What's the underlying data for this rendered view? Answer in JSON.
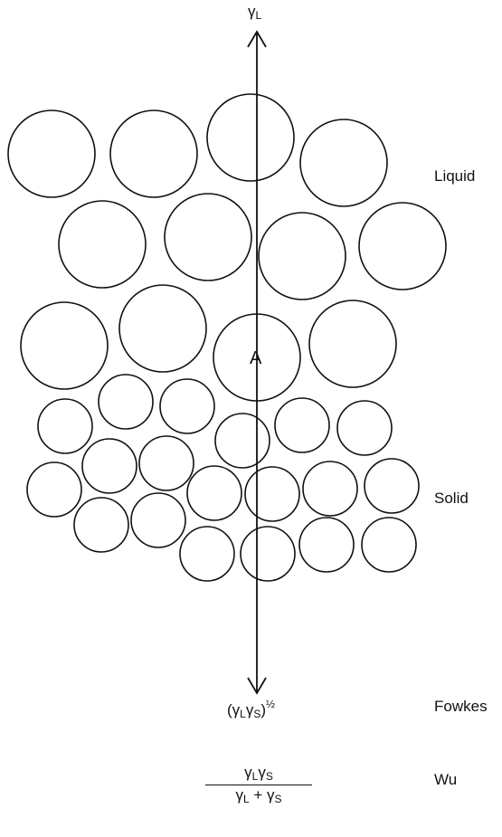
{
  "axis": {
    "top_label": {
      "base": "γ",
      "sub": "L"
    }
  },
  "region_labels": {
    "liquid": "Liquid",
    "solid": "Solid"
  },
  "molecule_label": "A",
  "fowkes": {
    "name": "Fowkes",
    "open_paren": "(",
    "g1": "γ",
    "s1": "L",
    "g2": "γ",
    "s2": "S",
    "close_paren": ")",
    "exponent": "½"
  },
  "wu": {
    "name": "Wu",
    "num_g1": "γ",
    "num_s1": "L",
    "num_g2": "γ",
    "num_s2": "S",
    "den_g1": "γ",
    "den_s1": "L",
    "den_op": " + ",
    "den_g2": "γ",
    "den_s2": "S"
  },
  "colors": {
    "stroke": "#111111",
    "background": "#ffffff"
  }
}
